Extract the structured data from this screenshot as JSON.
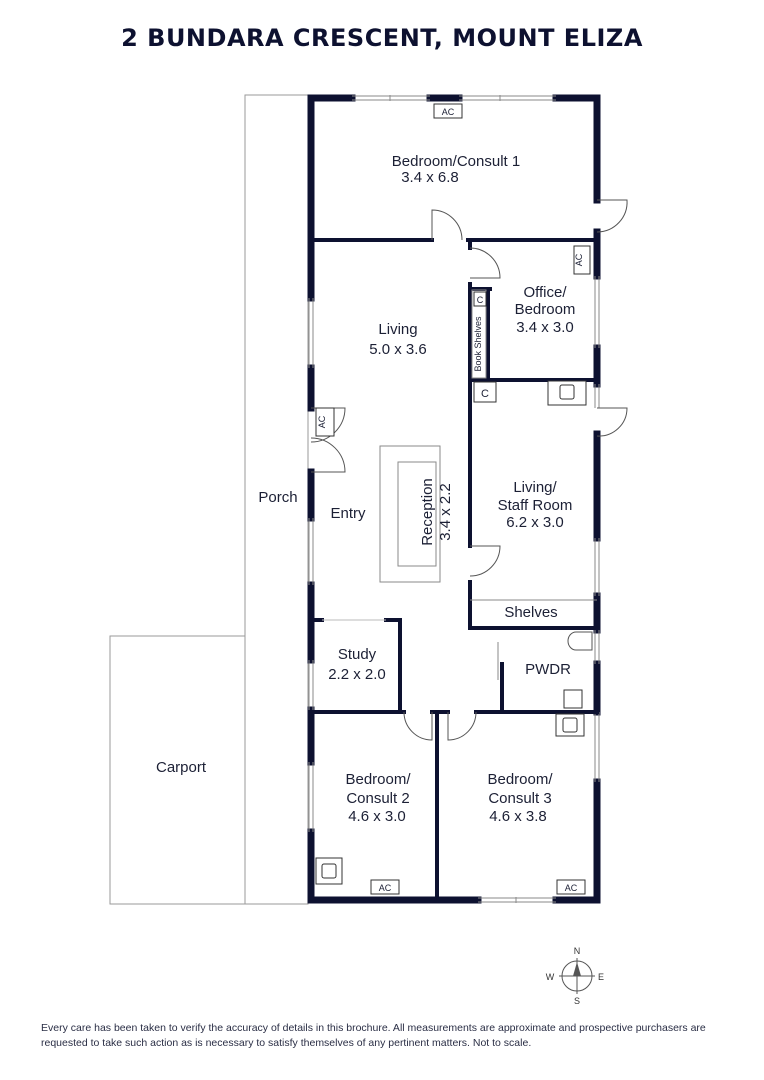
{
  "title": "2 BUNDARA CRESCENT, MOUNT ELIZA",
  "rooms": {
    "bedroom1": {
      "name": "Bedroom/Consult 1",
      "size": "3.4 x 6.8"
    },
    "living": {
      "name": "Living",
      "size": "5.0 x 3.6"
    },
    "office": {
      "name_line1": "Office/",
      "name_line2": "Bedroom",
      "size": "3.4 x 3.0"
    },
    "reception": {
      "name": "Reception",
      "size": "3.4 x 2.2"
    },
    "staff": {
      "name_line1": "Living/",
      "name_line2": "Staff Room",
      "size": "6.2 x 3.0"
    },
    "entry": {
      "name": "Entry"
    },
    "porch": {
      "name": "Porch"
    },
    "study": {
      "name": "Study",
      "size": "2.2 x 2.0"
    },
    "pwdr": {
      "name": "PWDR"
    },
    "bedroom2": {
      "name_line1": "Bedroom/",
      "name_line2": "Consult 2",
      "size": "4.6 x 3.0"
    },
    "bedroom3": {
      "name_line1": "Bedroom/",
      "name_line2": "Consult 3",
      "size": "4.6 x 3.8"
    },
    "carport": {
      "name": "Carport"
    },
    "shelves": {
      "name": "Shelves"
    },
    "book_shelves": {
      "name": "Book Shelves"
    }
  },
  "fixtures": {
    "ac": "AC",
    "cupboard": "C"
  },
  "compass": {
    "n": "N",
    "s": "S",
    "e": "E",
    "w": "W"
  },
  "disclaimer": "Every care has been taken to verify the accuracy of details in this brochure. All measurements are approximate and prospective purchasers are requested to take such action as is necessary to satisfy themselves of any pertinent matters. Not to scale."
}
